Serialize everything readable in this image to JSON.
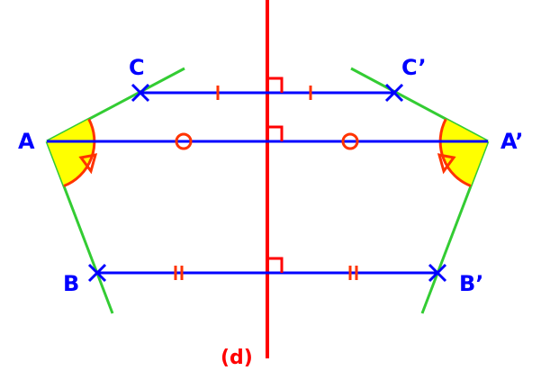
{
  "points": {
    "A": "A",
    "A_prime": "A’",
    "B": "B",
    "B_prime": "B’",
    "C": "C",
    "C_prime": "C’"
  },
  "axis": {
    "label": "(d)"
  },
  "colors": {
    "axis": "#ff0000",
    "segments": "#0000ff",
    "rays": "#33cc33",
    "labels": "#0000ff",
    "marks": "#ff3300",
    "angle_fill": "#ffff00",
    "angle_stroke": "#ff3300"
  },
  "markers": {
    "right_angles": 3,
    "tick_single": "|",
    "tick_double": "||",
    "circle": "o"
  }
}
